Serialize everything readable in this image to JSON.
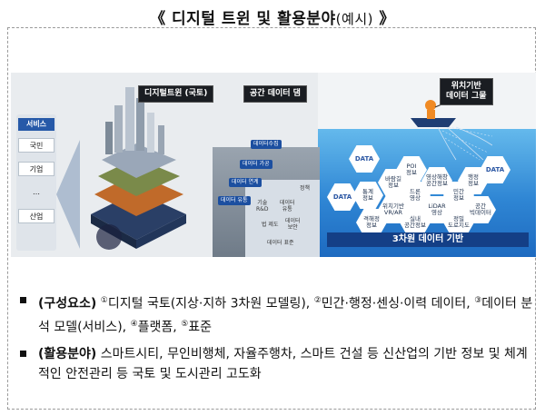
{
  "title": {
    "open": "《",
    "main": "디지털 트윈 및 활용분야",
    "paren": "(예시)",
    "close": "》"
  },
  "figure": {
    "callouts": {
      "twin": "디지털트윈 (국토)",
      "dam": "공간 데이터 댐",
      "location": "위치기반\n데이터 그물"
    },
    "service_panel": {
      "header": "서비스",
      "items": [
        "국민",
        "기업",
        "…",
        "산업"
      ]
    },
    "flow_labels": [
      "데이터수집",
      "데이터 가공",
      "데이터 연계",
      "데이터 유통"
    ],
    "dam_texts": [
      "기술\nR&D",
      "데이터\n유통",
      "정책",
      "법 제도",
      "데이터\n보안",
      "데이터 표준"
    ],
    "hexagons": [
      {
        "text": "DATA",
        "type": "data"
      },
      {
        "text": "POI\n정보",
        "type": "info"
      },
      {
        "text": "DATA",
        "type": "data"
      },
      {
        "text": "바람길\n정보",
        "type": "info"
      },
      {
        "text": "영상해창\n공간정보",
        "type": "info"
      },
      {
        "text": "행정\n정보",
        "type": "info"
      },
      {
        "text": "DATA",
        "type": "data"
      },
      {
        "text": "통계\n정보",
        "type": "info"
      },
      {
        "text": "드론\n영상",
        "type": "info"
      },
      {
        "text": "민간\n정보",
        "type": "info"
      },
      {
        "text": "위치기반\nVR/AR",
        "type": "info"
      },
      {
        "text": "LiDAR\n영상",
        "type": "info"
      },
      {
        "text": "공간\n빅데이터",
        "type": "info"
      },
      {
        "text": "격해정\n정보",
        "type": "info"
      },
      {
        "text": "실내\n공간정보",
        "type": "info"
      },
      {
        "text": "정밀\n도로지도",
        "type": "info"
      }
    ],
    "base_label": "3차원 데이터 기반"
  },
  "bullets": [
    {
      "lead": "(구성요소)",
      "items": [
        {
          "num": "①",
          "text": "디지털 국토(지상·지하 3차원 모델링), "
        },
        {
          "num": "②",
          "text": "민간·행정·센싱·이력 데이터, "
        },
        {
          "num": "③",
          "text": "데이터 분석 모델(서비스), "
        },
        {
          "num": "④",
          "text": "플랫폼, "
        },
        {
          "num": "⑤",
          "text": "표준"
        }
      ]
    },
    {
      "lead": "(활용분야)",
      "body": " 스마트시티, 무인비행체, 자율주행차, 스마트 건설 등 신산업의 기반 정보 및 체계적인 안전관리 등 국토 및 도시관리 고도화"
    }
  ],
  "colors": {
    "sea_top": "#64b9ec",
    "sea_bottom": "#1d6ac0",
    "callout_bg": "#1a1d22",
    "service_header": "#2659a8",
    "base_bar": "#143f86"
  }
}
